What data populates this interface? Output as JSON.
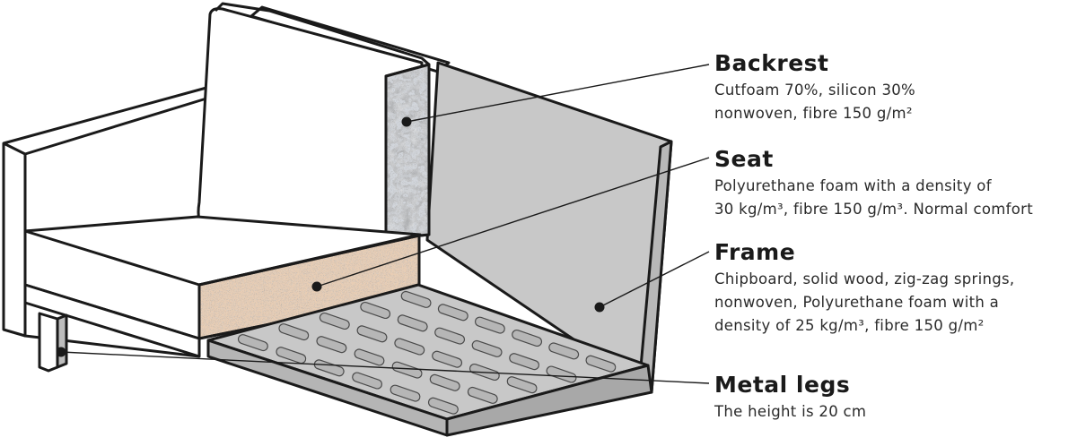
{
  "callouts": {
    "backrest": {
      "title": "Backrest",
      "lines": [
        "Cutfoam 70%, silicon 30%",
        "nonwoven, fibre 150 g/m²"
      ]
    },
    "seat": {
      "title": "Seat",
      "lines": [
        "Polyurethane foam with a density of",
        "30 kg/m³, fibre 150 g/m³. Normal comfort"
      ]
    },
    "frame": {
      "title": "Frame",
      "lines": [
        "Chipboard, solid wood, zig-zag springs,",
        "nonwoven, Polyurethane foam with a",
        "density of 25 kg/m³, fibre 150 g/m²"
      ]
    },
    "metal_legs": {
      "title": "Metal legs",
      "lines": [
        "The height is 20 cm"
      ]
    }
  },
  "colors": {
    "outline": "#1a1a1a",
    "frame_fill": "#c8c8c8",
    "seat_foam": "#e8cdb4",
    "backrest_foam": "#d2d6dc",
    "cushion": "#ffffff"
  }
}
